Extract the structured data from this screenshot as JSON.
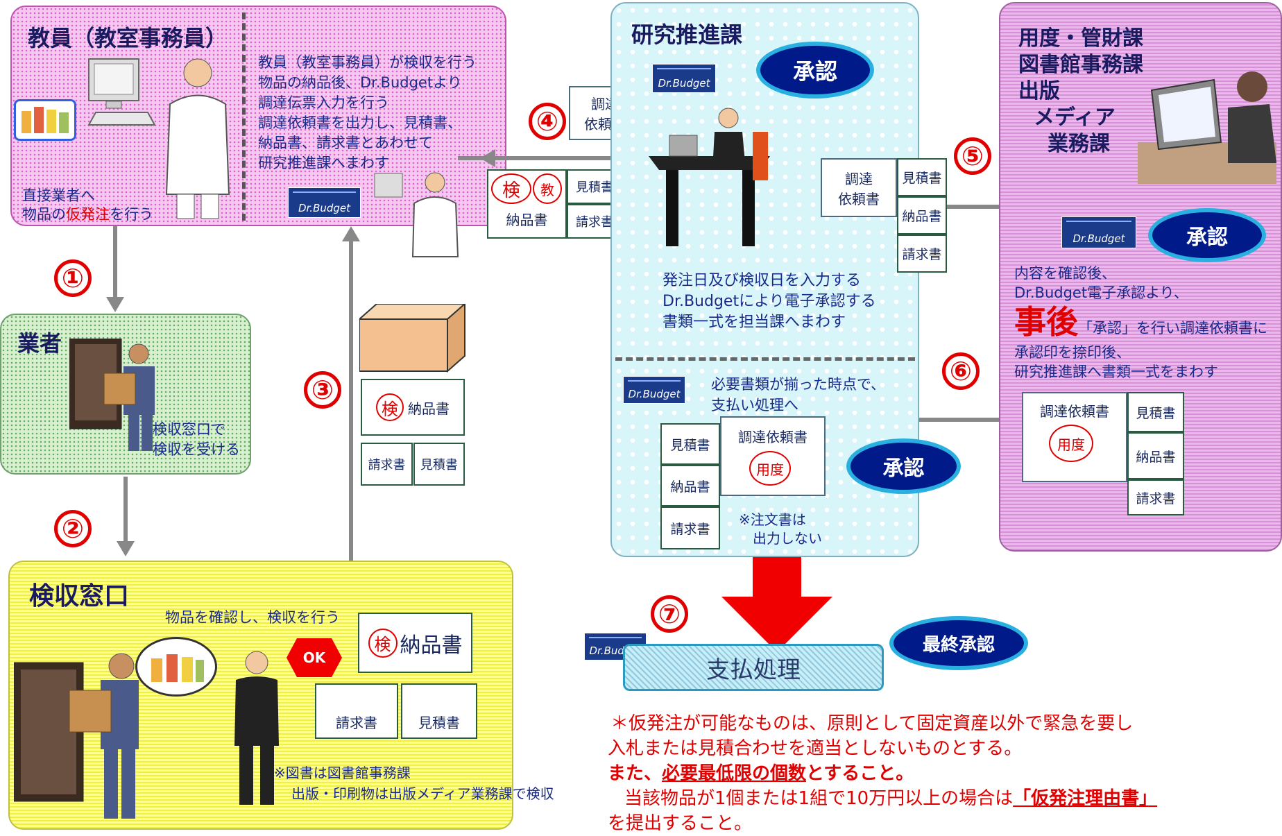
{
  "teacher": {
    "title": "教員（教室事務員）",
    "desc": [
      "教員（教室事務員）が検収を行う",
      "物品の納品後、Dr.Budgetより",
      "調達伝票入力を行う",
      "調達依頼書を出力し、見積書、",
      "納品書、請求書とあわせて",
      "研究推進課へまわす"
    ],
    "pre_line1": "直接業者へ",
    "pre_a": "物品の",
    "pre_red": "仮発注",
    "pre_b": "を行う"
  },
  "vendor": {
    "title": "業者",
    "l1": "検収窓口で",
    "l2": "検収を受ける"
  },
  "inspection": {
    "title": "検収窓口",
    "confirm": "物品を確認し、検収を行う",
    "ok": "OK",
    "note1": "※図書は図書館事務課",
    "note2": "出版・印刷物は出版メディア業務課で検収"
  },
  "research": {
    "title": "研究推進課",
    "approve": "承認",
    "l1": "発注日及び検収日を入力する",
    "l2": "Dr.Budgetにより電子承認する",
    "l3": "書類一式を担当課へまわす",
    "p1": "必要書類が揃った時点で、",
    "p2": "支払い処理へ",
    "approve2": "承認",
    "n1": "※注文書は",
    "n2": "出力しない"
  },
  "supply": {
    "t1": "用度・管財課",
    "t2": "図書館事務課",
    "t3": "出版",
    "t4": "メディア",
    "t5": "業務課",
    "approve": "承認",
    "d1": "内容を確認後、",
    "d2": "Dr.Budget電子承認より、",
    "big": "事後",
    "d3": "「承認」を行い調達依頼書に",
    "d4": "承認印を捺印後、",
    "d5": "研究推進課へ書類一式をまわす"
  },
  "docs": {
    "chotatsu": "調達",
    "irai": "依頼書",
    "chotatsu_irai": "調達依頼書",
    "mitsumori": "見積書",
    "nouhin": "納品書",
    "seikyu": "請求書",
    "ken": "検",
    "kyo": "教",
    "youdo": "用度"
  },
  "numbers": [
    "①",
    "②",
    "③",
    "④",
    "⑤",
    "⑥",
    "⑦"
  ],
  "payment": {
    "label": "支払処理",
    "final": "最終承認"
  },
  "logo": {
    "name": "Dr.Budget"
  },
  "notes": {
    "l1": "＊仮発注が可能なものは、原則として固定資産以外で緊急を要し",
    "l2": "入札または見積合わせを適当としないものとする。",
    "l3a": "また、",
    "l3b": "必要最低限の個数",
    "l3c": "とすること。",
    "l4a": "当該物品が1個または1組で10万円以上の場合は",
    "l4b": "「仮発注理由書」",
    "l5": "を提出すること。"
  }
}
